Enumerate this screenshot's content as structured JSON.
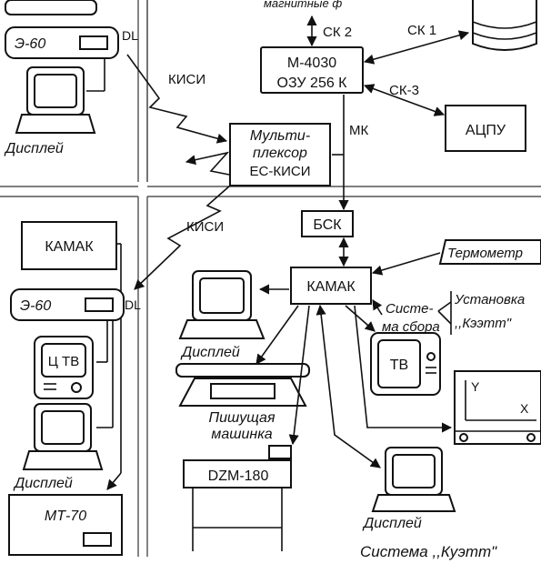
{
  "top_cut_label": "магнитные ф",
  "links": {
    "sk1": "СК 1",
    "sk2": "СК 2",
    "sk3": "СК-3",
    "mk": "МК",
    "kisi_top": "КИСИ",
    "kisi_bottom": "КИСИ",
    "dl_top": "DL",
    "dl_bottom": "DL"
  },
  "computer": {
    "line1": "М-4030",
    "line2": "ОЗУ 256 К"
  },
  "multiplexer": {
    "line1": "Мульти-",
    "line2": "плексор",
    "line3": "ЕС-КИСИ"
  },
  "atspu": "АЦПУ",
  "bsk": "БСК",
  "kamak_center": "КАМАК",
  "kamak_left": "КАМАК",
  "thermometer": "Термометр",
  "install": {
    "line1": "Установка",
    "line2": ",,Кээтт\""
  },
  "sbor": {
    "line1": "Систе-",
    "line2": "ма сбора"
  },
  "e60_top": "Э-60",
  "e60_bottom": "Э-60",
  "display_label": "Дисплей",
  "ctv": "Ц ТВ",
  "tv": "ТВ",
  "mt70": "МТ-70",
  "dzm": "DZM-180",
  "typewriter": {
    "line1": "Пишущая",
    "line2": "машинка"
  },
  "plotter": {
    "y": "Y",
    "x": "X"
  },
  "caption": "Система ,,Куэтт\""
}
